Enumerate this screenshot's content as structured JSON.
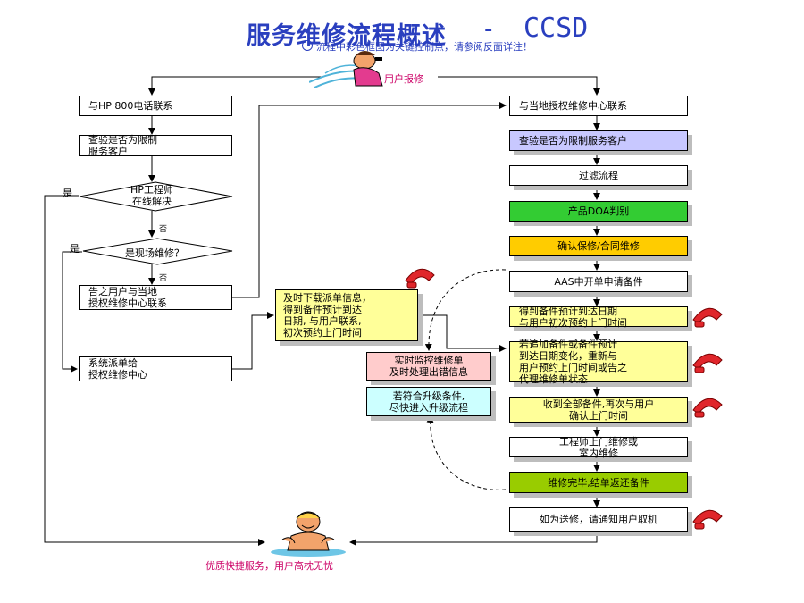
{
  "title": {
    "main": "服务维修流程概述",
    "separator": "-",
    "brand": "CCSD"
  },
  "note": "流程中彩色框图为关键控制点，请参阅反面详注！",
  "caller_label": "用户报修",
  "footer_label": "优质快捷服务，用户高枕无忧",
  "left_flow": {
    "call_hp": "与HP 800电话联系",
    "check_restricted": [
      "查验是否为限制",
      "服务客户"
    ],
    "engineer_online": [
      "HP工程师",
      "在线解决"
    ],
    "onsite_repair": "是现场维修？",
    "inform_user": [
      "告之用户与当地",
      "授权维修中心联系"
    ],
    "dispatch": [
      "系统派单给",
      "授权维修中心"
    ],
    "yes": "是",
    "no": "否"
  },
  "middle": {
    "download_order": [
      "及时下载派单信息，",
      "得到备件预计到达",
      "日期, 与用户联系,",
      "初次预约上门时间"
    ],
    "monitor": [
      "实时监控维修单",
      "及时处理出错信息"
    ],
    "upgrade": [
      "若符合升级条件,",
      "尽快进入升级流程"
    ]
  },
  "right_flow": {
    "contact_center": "与当地授权维修中心联系",
    "check_restricted": "查验是否为限制服务客户",
    "filter": "过滤流程",
    "doa": "产品DOA判别",
    "warranty": "确认保修/合同维修",
    "aas_order": "AAS中开单申请备件",
    "parts_eta": [
      "得到备件预计到达日期",
      "与用户初次预约上门时间"
    ],
    "parts_change": [
      "若追加备件或备件预计",
      "到达日期变化，重新与",
      "用户预约上门时间或告之",
      "代理维修单状态"
    ],
    "all_parts": [
      "收到全部备件,再次与用户",
      "确认上门时间"
    ],
    "engineer_visit": [
      "工程师上门维修或",
      "室内维修"
    ],
    "complete": "维修完毕,结单返还备件",
    "notify_pickup": "如为送修，请通知用户取机"
  },
  "colors": {
    "title": "#2a3fbf",
    "lavender": "#c8c8ff",
    "green": "#33cc33",
    "orange": "#ffcc00",
    "yellow": "#ffff99",
    "pink_box": "#ffcccc",
    "cyan_box": "#ccffff",
    "yellowgreen": "#99cc00",
    "phone_red": "#e0262b",
    "label_pink": "#cc0066"
  },
  "icons": [
    "man-calling-icon",
    "happy-man-icon",
    "phone-icon"
  ]
}
